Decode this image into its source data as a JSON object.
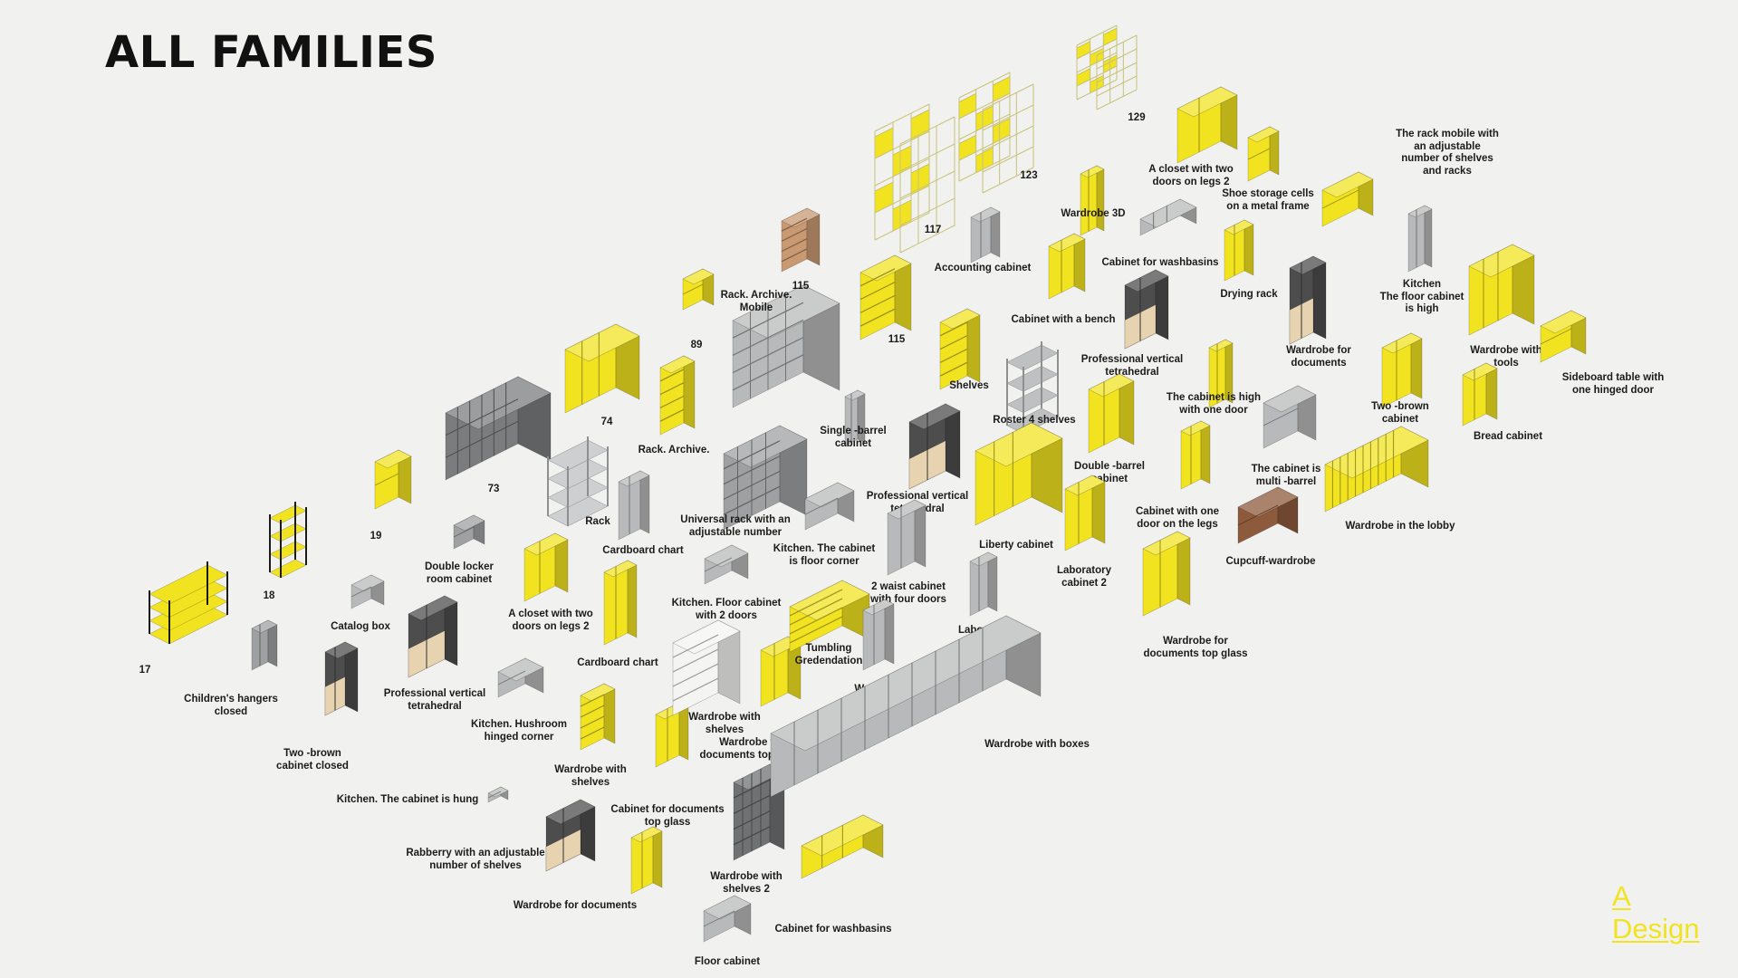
{
  "title": "ALL FAMILIES",
  "logo": {
    "line1": "A",
    "line2": "Design"
  },
  "colors": {
    "yellow": "#f2e321",
    "gray": "#9ea0a1",
    "dark": "#4d4d4d",
    "wood": "#e8d3b1",
    "brown": "#8e5a3c",
    "background": "#f1f1ef"
  },
  "items": [
    {
      "label": "17",
      "kind": "frame-rack",
      "color": "#f2e321"
    },
    {
      "label": "18",
      "kind": "frame-rack",
      "color": "#f2e321"
    },
    {
      "label": "19",
      "kind": "block",
      "color": "#f2e321"
    },
    {
      "label": "Children's hangers\nclosed",
      "kind": "tall",
      "color": "#9ea0a1"
    },
    {
      "label": "Catalog box",
      "kind": "block",
      "color": "#b8b9ba"
    },
    {
      "label": "Two -brown\ncabinet closed",
      "kind": "tall",
      "color": "#4d4d4d"
    },
    {
      "label": "73",
      "kind": "locker",
      "color": "#7a7c7e"
    },
    {
      "label": "74",
      "kind": "wardrobe",
      "color": "#f2e321"
    },
    {
      "label": "Double locker\nroom cabinet",
      "kind": "block",
      "color": "#9ea0a1"
    },
    {
      "label": "Professional vertical\ntetrahedral",
      "kind": "tall",
      "color": "#4d4d4d"
    },
    {
      "label": "A closet with two\ndoors on legs 2",
      "kind": "tall",
      "color": "#f2e321"
    },
    {
      "label": "Rack",
      "kind": "wire-rack",
      "color": "#c9cacc"
    },
    {
      "label": "Kitchen. Hushroom\nhinged corner",
      "kind": "block",
      "color": "#b8b9ba"
    },
    {
      "label": "Kitchen. The cabinet is hung",
      "kind": "block",
      "color": "#b8b9ba"
    },
    {
      "label": "Cardboard chart",
      "kind": "tall",
      "color": "#b8b9ba"
    },
    {
      "label": "Cardboard chart",
      "kind": "tall",
      "color": "#f2e321"
    },
    {
      "label": "Rabberry with an adjustable\nnumber of shelves",
      "kind": "tall",
      "color": "#4d4d4d"
    },
    {
      "label": "Wardrobe for documents",
      "kind": "tall",
      "color": "#f2e321"
    },
    {
      "label": "Wardrobe with\nshelves",
      "kind": "shelf",
      "color": "#f2e321"
    },
    {
      "label": "Cabinet for documents\ntop glass",
      "kind": "tall",
      "color": "#f2e321"
    },
    {
      "label": "Rack. Archive.",
      "kind": "shelf",
      "color": "#f2e321"
    },
    {
      "label": "89",
      "kind": "block",
      "color": "#f2e321"
    },
    {
      "label": "Rack. Archive.\nMobile",
      "kind": "archive",
      "color": "#b8b9ba"
    },
    {
      "label": "115",
      "kind": "shelf",
      "color": "#c99a72"
    },
    {
      "label": "Universal rack with an\nadjustable number",
      "kind": "archive",
      "color": "#9ea0a1"
    },
    {
      "label": "Kitchen. Floor cabinet\nwith 2 doors",
      "kind": "block",
      "color": "#b8b9ba"
    },
    {
      "label": "Wardrobe with\nshelves",
      "kind": "shelf",
      "color": "#ffffff"
    },
    {
      "label": "Wardrobe for\ndocuments top glass",
      "kind": "tall",
      "color": "#f2e321"
    },
    {
      "label": "Wardrobe with\nshelves 2",
      "kind": "archive",
      "color": "#6f7173"
    },
    {
      "label": "Floor cabinet",
      "kind": "block",
      "color": "#b8b9ba"
    },
    {
      "label": "Cabinet for washbasins",
      "kind": "wardrobe",
      "color": "#f2e321"
    },
    {
      "label": "Tumbling\nGredendation",
      "kind": "shelf",
      "color": "#f2e321"
    },
    {
      "label": "Kitchen. The cabinet\nis floor corner",
      "kind": "block",
      "color": "#b8b9ba"
    },
    {
      "label": "Single -barrel\ncabinet",
      "kind": "tall",
      "color": "#b8b9ba"
    },
    {
      "label": "115",
      "kind": "shelf",
      "color": "#f2e321"
    },
    {
      "label": "117",
      "kind": "lattice",
      "color": "#f2e321"
    },
    {
      "label": "123",
      "kind": "lattice",
      "color": "#f2e321"
    },
    {
      "label": "129",
      "kind": "lattice",
      "color": "#f2e321"
    },
    {
      "label": "Accounting cabinet",
      "kind": "tall",
      "color": "#b8b9ba"
    },
    {
      "label": "Professional vertical\ntetrahedral",
      "kind": "tall",
      "color": "#4d4d4d"
    },
    {
      "label": "2 waist cabinet\nwith four doors",
      "kind": "tall",
      "color": "#b8b9ba"
    },
    {
      "label": "Wardrobe\nwith tools",
      "kind": "tall",
      "color": "#b8b9ba"
    },
    {
      "label": "Laboratory\ncabinet",
      "kind": "tall",
      "color": "#b8b9ba"
    },
    {
      "label": "Shelves",
      "kind": "shelf",
      "color": "#f2e321"
    },
    {
      "label": "Roster 4 shelves",
      "kind": "wire-rack",
      "color": "#b8b9ba"
    },
    {
      "label": "Liberty cabinet",
      "kind": "wardrobe",
      "color": "#f2e321"
    },
    {
      "label": "Wardrobe with boxes",
      "kind": "long-wall",
      "color": "#b8b9ba"
    },
    {
      "label": "Cabinet with a bench",
      "kind": "tall",
      "color": "#f2e321"
    },
    {
      "label": "Wardrobe 3D",
      "kind": "tall",
      "color": "#f2e321"
    },
    {
      "label": "A closet with two\ndoors on legs 2",
      "kind": "tall",
      "color": "#f2e321"
    },
    {
      "label": "Cabinet for washbasins",
      "kind": "low-long",
      "color": "#b8b9ba"
    },
    {
      "label": "Professional vertical\ntetrahedral",
      "kind": "tall",
      "color": "#4d4d4d"
    },
    {
      "label": "Double -barrel\ncabinet",
      "kind": "tall",
      "color": "#f2e321"
    },
    {
      "label": "Laboratory\ncabinet 2",
      "kind": "tall",
      "color": "#f2e321"
    },
    {
      "label": "Wardrobe for\ndocuments top glass",
      "kind": "tall",
      "color": "#f2e321"
    },
    {
      "label": "Cabinet with one\ndoor on the legs",
      "kind": "tall",
      "color": "#f2e321"
    },
    {
      "label": "The cabinet is high\nwith one door",
      "kind": "tall",
      "color": "#f2e321"
    },
    {
      "label": "Drying rack",
      "kind": "tall",
      "color": "#f2e321"
    },
    {
      "label": "Shoe storage cells\non a metal frame",
      "kind": "block",
      "color": "#f2e321"
    },
    {
      "label": "The cabinet is\nmulti -barrel",
      "kind": "block",
      "color": "#b8b9ba"
    },
    {
      "label": "Cupcuff-wardrobe",
      "kind": "block",
      "color": "#8e5a3c"
    },
    {
      "label": "Wardrobe for\ndocuments",
      "kind": "tall",
      "color": "#4d4d4d"
    },
    {
      "label": "The rack mobile with\nan adjustable\nnumber of shelves\nand racks",
      "kind": "block",
      "color": "#f2e321"
    },
    {
      "label": "Kitchen\nThe floor cabinet\nis high",
      "kind": "tall",
      "color": "#b8b9ba"
    },
    {
      "label": "Two -brown\ncabinet",
      "kind": "tall",
      "color": "#f2e321"
    },
    {
      "label": "Wardrobe with\ntools",
      "kind": "wardrobe",
      "color": "#f2e321"
    },
    {
      "label": "Bread cabinet",
      "kind": "tall",
      "color": "#f2e321"
    },
    {
      "label": "Sideboard table with\none hinged door",
      "kind": "block",
      "color": "#f2e321"
    },
    {
      "label": "Wardrobe in the lobby",
      "kind": "long-wall",
      "color": "#f2e321"
    }
  ]
}
